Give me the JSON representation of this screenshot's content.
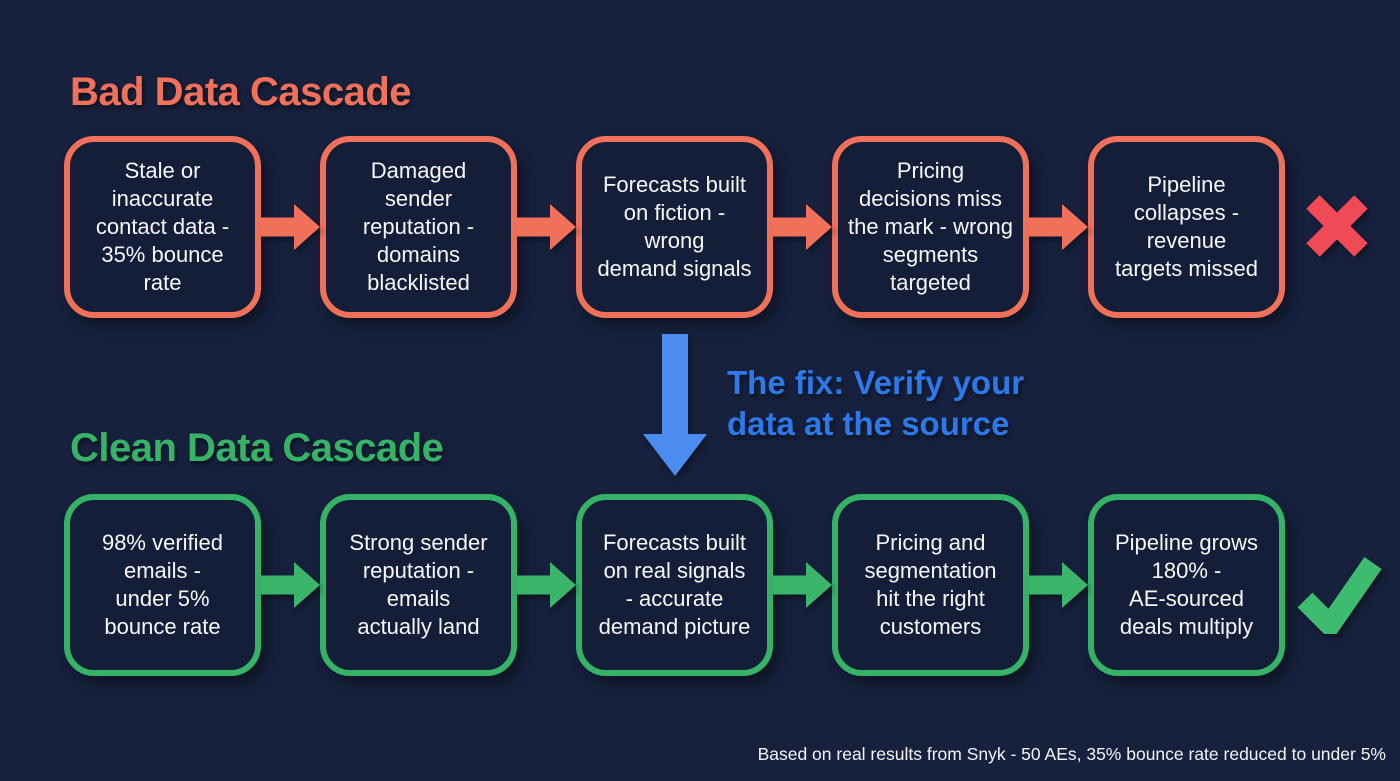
{
  "page": {
    "background_color": "#17213D",
    "footnote": "Based on real results from Snyk - 50 AEs, 35% bounce rate reduced to under 5%"
  },
  "colors": {
    "bad_accent": "#F1705A",
    "clean_accent": "#37B368",
    "fail_red": "#F04A57",
    "success_green": "#3DBB6E",
    "fix_text_blue": "#2C79E9",
    "fix_arrow_blue": "#4A8CF0",
    "box_fill": "#141E38",
    "text_white": "#F6F7F9"
  },
  "icons": {
    "connector": "arrow-right-icon",
    "bad_end": "x-mark-icon",
    "clean_end": "check-mark-icon",
    "fix": "arrow-down-icon"
  },
  "bad_cascade": {
    "title": "Bad Data Cascade",
    "steps": [
      {
        "text": "Stale or\ninaccurate\ncontact data -\n35% bounce\nrate"
      },
      {
        "text": "Damaged\nsender\nreputation -\ndomains\nblacklisted"
      },
      {
        "text": "Forecasts built\non fiction -\nwrong\ndemand signals"
      },
      {
        "text": "Pricing\ndecisions miss\nthe mark - wrong\nsegments\ntargeted"
      },
      {
        "text": "Pipeline\ncollapses -\nrevenue\ntargets missed"
      }
    ]
  },
  "fix": {
    "label": "The fix: Verify your\ndata at the source"
  },
  "clean_cascade": {
    "title": "Clean Data Cascade",
    "steps": [
      {
        "text": "98% verified\nemails -\nunder 5%\nbounce rate"
      },
      {
        "text": "Strong sender\nreputation -\nemails\nactually land"
      },
      {
        "text": "Forecasts built\non real signals\n- accurate\ndemand picture"
      },
      {
        "text": "Pricing and\nsegmentation\nhit the right\ncustomers"
      },
      {
        "text": "Pipeline grows\n180% -\nAE-sourced\ndeals multiply"
      }
    ]
  }
}
